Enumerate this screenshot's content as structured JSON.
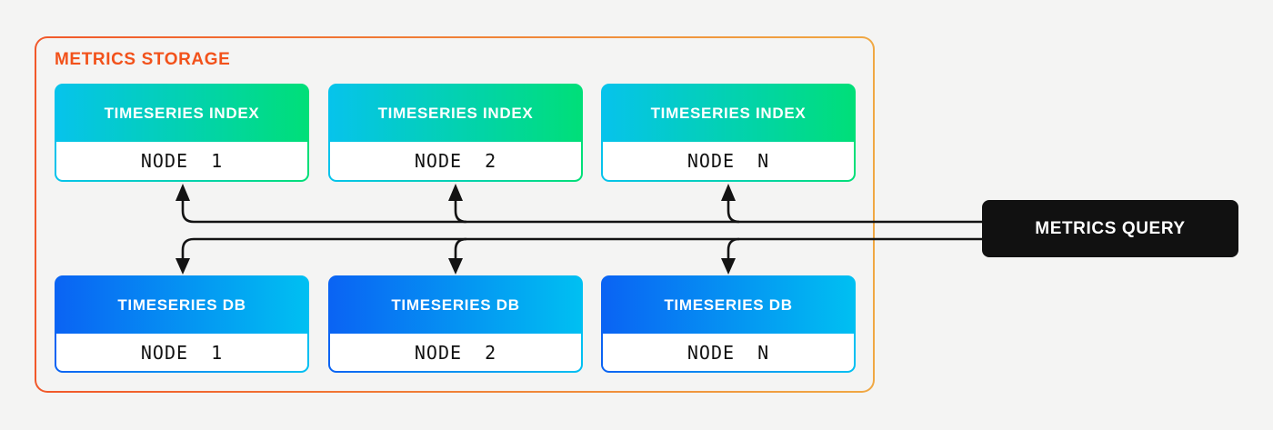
{
  "storage_group": {
    "label": "METRICS STORAGE"
  },
  "index_row": {
    "header_label": "TIMESERIES INDEX",
    "nodes": [
      "NODE 1",
      "NODE 2",
      "NODE N"
    ]
  },
  "db_row": {
    "header_label": "TIMESERIES DB",
    "nodes": [
      "NODE 1",
      "NODE 2",
      "NODE N"
    ]
  },
  "query": {
    "label": "METRICS QUERY"
  },
  "colors": {
    "background": "#f4f4f3",
    "line": "#131313",
    "storage_border_start": "#f1582a",
    "storage_border_end": "#f0a843",
    "storage_label": "#f2521b",
    "index_gradient_start": "#06c3ec",
    "index_gradient_end": "#00df78",
    "db_gradient_start": "#0a63f3",
    "db_gradient_end": "#00c0f2",
    "query_bg": "#111111",
    "query_text": "#ffffff",
    "node_text": "#111111"
  }
}
